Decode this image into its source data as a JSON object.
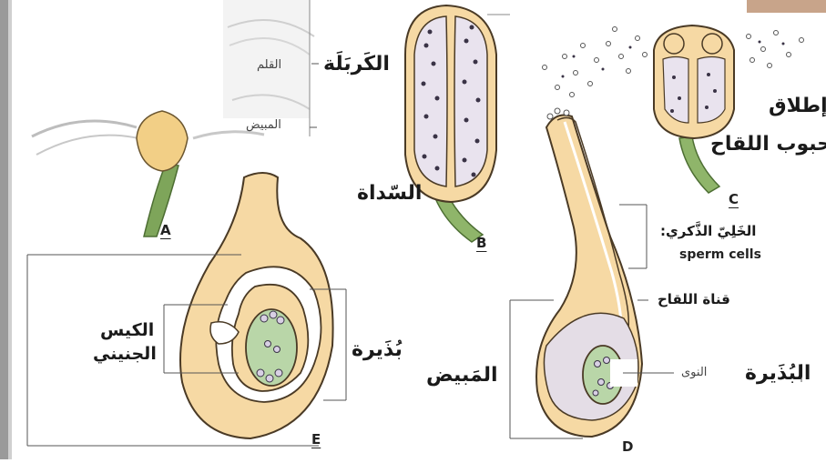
{
  "panels": {
    "a": {
      "tag": "A"
    },
    "b": {
      "tag": "B"
    },
    "c": {
      "tag": "C"
    },
    "d": {
      "tag": "D"
    },
    "e": {
      "tag": "E"
    }
  },
  "labels": {
    "carpel": "الكَربَلَة",
    "style": "القلم",
    "ovary_small": "المبيض",
    "anther": "السّداة",
    "pollen_release_1": "إطلاق",
    "pollen_release_2": "حبوب اللقاح",
    "sperm_cells_ar": "الخَلِيّ الذَّكري:",
    "sperm_cells_en": "sperm cells",
    "pollen_tube": "قناة اللقاح",
    "nuclei": "النوى",
    "ovule_d": "البُذَيرة",
    "ovary_d": "المَبيض",
    "ovule_e": "بُذَيرة",
    "embryo_sac_1": "الكيس",
    "embryo_sac_2": "الجنيني"
  },
  "colors": {
    "tissue": "#f6d9a4",
    "tissue_outline": "#4a3a25",
    "stem": "#8fb56a",
    "stem_dark": "#6e9a4c",
    "sac": "#b9d6a8",
    "pollen_dot": "#2a2a3a",
    "pollen_fill": "#e8e2ec",
    "leader": "#555555",
    "shadow_left": "#9a9a9a"
  }
}
